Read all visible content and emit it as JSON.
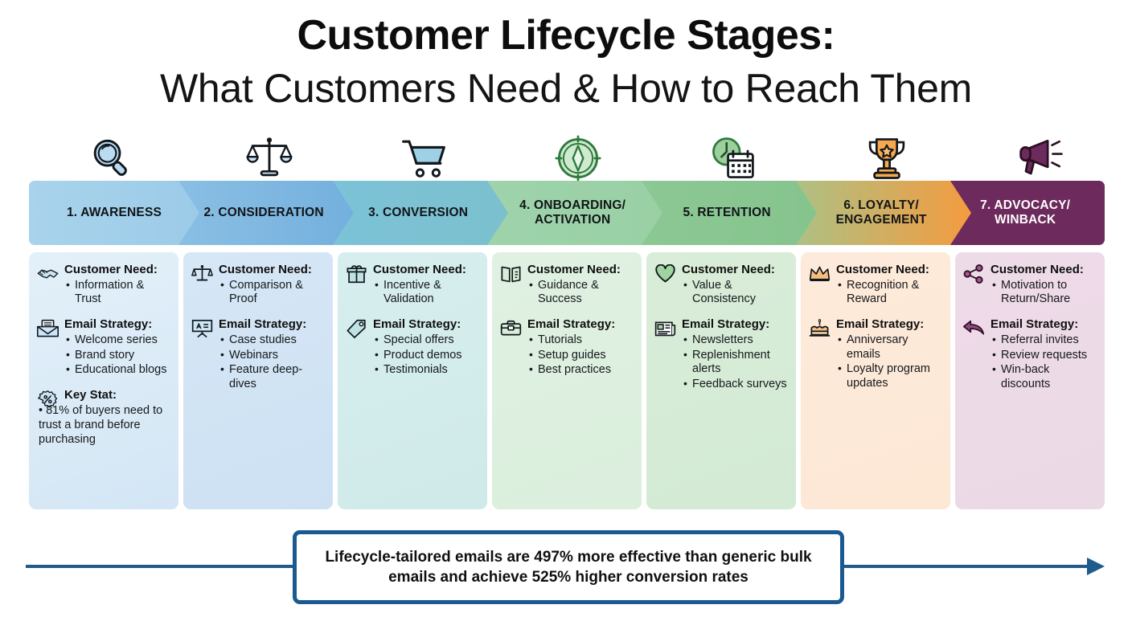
{
  "title": {
    "line1": "Customer Lifecycle Stages:",
    "line2": "What Customers Need & How to Reach Them"
  },
  "stages": [
    {
      "label": "1. AWARENESS",
      "icon": "magnifying-glass-icon",
      "banner_color_start": "#a9d3ec",
      "banner_color_end": "#9ccbe8",
      "card_color_start": "#e3f0f9",
      "card_color_end": "#d3e6f5",
      "label_light": false,
      "sections": [
        {
          "heading": "Customer Need:",
          "icon": "handshake-icon",
          "bullets": [
            "Information & Trust"
          ]
        },
        {
          "heading": "Email Strategy:",
          "icon": "envelope-document-icon",
          "bullets": [
            "Welcome series",
            "Brand story",
            "Educational blogs"
          ]
        },
        {
          "heading": "Key Stat:",
          "icon": "percent-badge-icon",
          "wide": true,
          "bullets": [
            "• 81% of buyers need to trust a brand before purchasing"
          ]
        }
      ]
    },
    {
      "label": "2. CONSIDERATION",
      "icon": "balance-scale-icon",
      "banner_color_start": "#8cc0e4",
      "banner_color_end": "#74b0de",
      "card_color_start": "#d6e7f6",
      "card_color_end": "#cde1f3",
      "label_light": false,
      "sections": [
        {
          "heading": "Customer Need:",
          "icon": "balance-scale-small-icon",
          "bullets": [
            "Comparison & Proof"
          ]
        },
        {
          "heading": "Email Strategy:",
          "icon": "presentation-board-icon",
          "bullets": [
            "Case studies",
            "Webinars",
            "Feature deep-dives"
          ]
        }
      ]
    },
    {
      "label": "3. CONVERSION",
      "icon": "shopping-cart-icon",
      "banner_color_start": "#7dc3d9",
      "banner_color_end": "#7ac0cd",
      "card_color_start": "#d7eeee",
      "card_color_end": "#cfeae9",
      "label_light": false,
      "sections": [
        {
          "heading": "Customer Need:",
          "icon": "gift-box-icon",
          "bullets": [
            "Incentive & Validation"
          ]
        },
        {
          "heading": "Email Strategy:",
          "icon": "price-tag-icon",
          "bullets": [
            "Special offers",
            "Product demos",
            "Testimonials"
          ]
        }
      ]
    },
    {
      "label": "4. ONBOARDING/\nACTIVATION",
      "icon": "compass-icon",
      "banner_color_start": "#9ed3ac",
      "banner_color_end": "#9ad0a4",
      "card_color_start": "#e0f1e2",
      "card_color_end": "#dbefdd",
      "label_light": false,
      "sections": [
        {
          "heading": "Customer Need:",
          "icon": "open-book-icon",
          "bullets": [
            "Guidance & Success"
          ]
        },
        {
          "heading": "Email Strategy:",
          "icon": "toolbox-icon",
          "bullets": [
            "Tutorials",
            "Setup guides",
            "Best practices"
          ]
        }
      ]
    },
    {
      "label": "5. RETENTION",
      "icon": "clock-calendar-icon",
      "banner_color_start": "#8cc894",
      "banner_color_end": "#86c48e",
      "card_color_start": "#d9edd9",
      "card_color_end": "#d3ead4",
      "label_light": false,
      "sections": [
        {
          "heading": "Customer Need:",
          "icon": "heart-icon",
          "bullets": [
            "Value & Consistency"
          ]
        },
        {
          "heading": "Email Strategy:",
          "icon": "newspaper-icon",
          "bullets": [
            "Newsletters",
            "Replenishment alerts",
            "Feedback surveys"
          ]
        }
      ]
    },
    {
      "label": "6. LOYALTY/\nENGAGEMENT",
      "icon": "trophy-icon",
      "banner_color_start": "#a7c48a",
      "banner_color_end": "#f49b3f",
      "card_color_start": "#fdeada",
      "card_color_end": "#fde8d6",
      "label_light": false,
      "sections": [
        {
          "heading": "Customer Need:",
          "icon": "crown-icon",
          "bullets": [
            "Recognition & Reward"
          ]
        },
        {
          "heading": "Email Strategy:",
          "icon": "birthday-cake-icon",
          "bullets": [
            "Anniversary emails",
            "Loyalty program updates"
          ]
        }
      ]
    },
    {
      "label": "7. ADVOCACY/\nWINBACK",
      "icon": "megaphone-icon",
      "banner_color_start": "#6d2a5c",
      "banner_color_end": "#6d2a5c",
      "card_color_start": "#eedbe8",
      "card_color_end": "#ecd9e6",
      "label_light": true,
      "sections": [
        {
          "heading": "Customer Need:",
          "icon": "share-nodes-icon",
          "bullets": [
            "Motivation to Return/Share"
          ]
        },
        {
          "heading": "Email Strategy:",
          "icon": "curved-back-arrow-icon",
          "bullets": [
            "Referral invites",
            "Review requests",
            "Win-back discounts"
          ]
        }
      ]
    }
  ],
  "callout": {
    "text": "Lifecycle-tailored emails are 497% more effective than generic bulk emails and achieve 525% higher conversion rates",
    "border_color": "#1b5a91"
  },
  "arrow": {
    "color": "#1f5c8b",
    "name": "lifecycle-progress-arrow"
  }
}
